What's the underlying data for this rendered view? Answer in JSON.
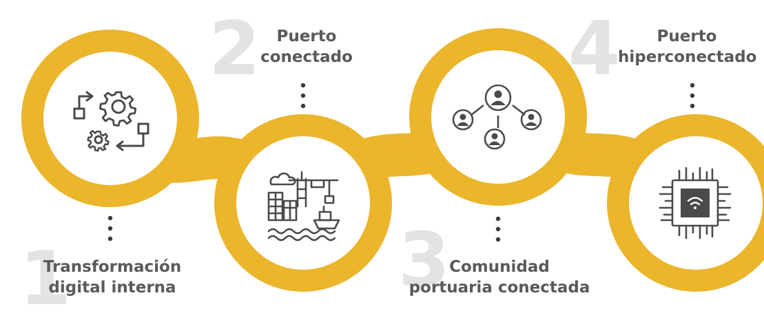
{
  "diagram": {
    "colors": {
      "accent": "#ebb52c",
      "number": "#e3e3e3",
      "text": "#5a5a5a",
      "icon": "#4a4a4a"
    },
    "steps": [
      {
        "number": "1",
        "label_lines": [
          "Transformación",
          "digital interna"
        ],
        "icon": "gears-process-icon"
      },
      {
        "number": "2",
        "label_lines": [
          "Puerto",
          "conectado"
        ],
        "icon": "port-crane-ship-icon"
      },
      {
        "number": "3",
        "label_lines": [
          "Comunidad",
          "portuaria conectada"
        ],
        "icon": "people-network-icon"
      },
      {
        "number": "4",
        "label_lines": [
          "Puerto",
          "hiperconectado"
        ],
        "icon": "wifi-chip-icon"
      }
    ]
  }
}
